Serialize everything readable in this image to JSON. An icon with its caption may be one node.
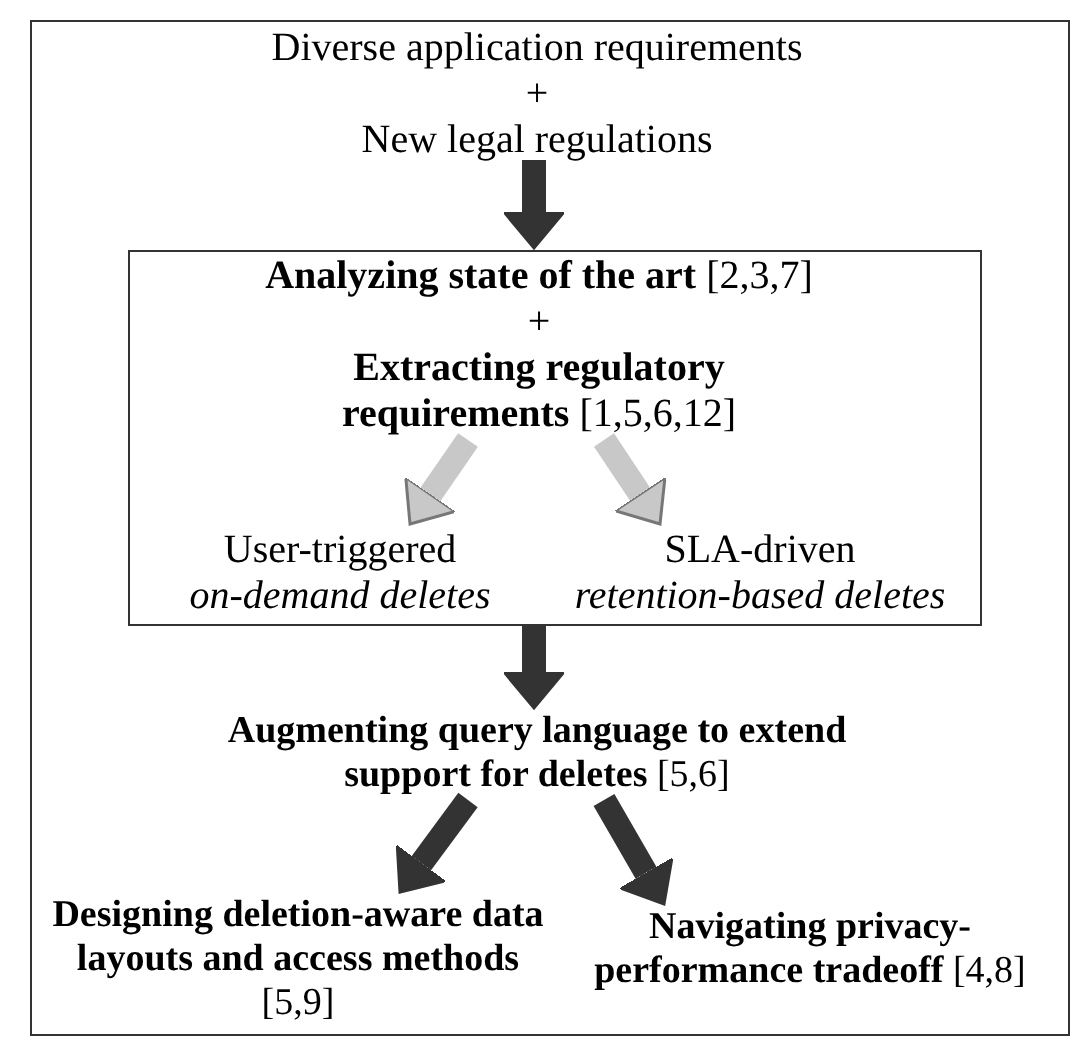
{
  "diagram": {
    "nodes": [
      {
        "text": [],
        "shape": "box"
      },
      {
        "text": [
          "Diverse application requirements",
          "+",
          "New legal regulations"
        ],
        "in": 0
      },
      {
        "text": [],
        "shape": "box",
        "in": 0
      },
      {
        "text": [
          "**Analyzing state of the art** [2,3,7]",
          "+",
          "**Extracting regulatory requirements** [1,5,6,12]"
        ],
        "in": 2
      },
      {
        "text": [
          "User-triggered",
          "on-demand deletes"
        ],
        "in": 2
      },
      {
        "text": [
          "SLA-driven",
          "retention-based deletes"
        ],
        "in": 2
      },
      {
        "text": [
          "**Augmenting query language to extend  support for deletes** [5,6]"
        ],
        "in": 0
      },
      {
        "text": [
          "**Designing deletion-aware data layouts and access methods** [5,9]"
        ],
        "in": 0
      },
      {
        "text": [
          "**Navigating privacy-performance tradeoff** [4,8]"
        ],
        "in": 0
      }
    ],
    "edges": [
      {
        "from": 1,
        "to": 2,
        "arrow": "to"
      },
      {
        "from": 3,
        "to": 4,
        "arrow": "to",
        "color": "#c8c8c8"
      },
      {
        "from": 3,
        "to": 5,
        "arrow": "to",
        "color": "#c8c8c8"
      },
      {
        "from": 2,
        "to": 6,
        "arrow": "to"
      },
      {
        "from": 6,
        "to": 7,
        "arrow": "to"
      },
      {
        "from": 6,
        "to": 8,
        "arrow": "to"
      }
    ]
  }
}
